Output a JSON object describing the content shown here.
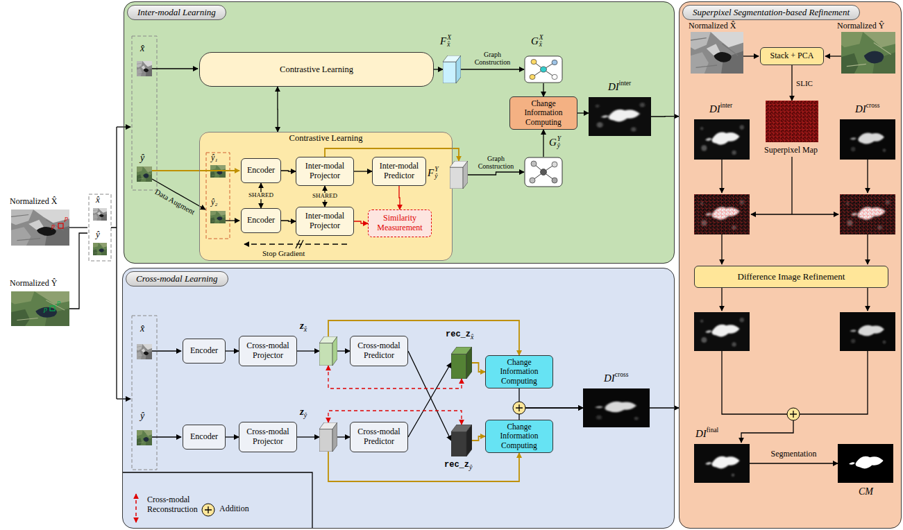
{
  "diagram": {
    "nodes": [
      {
        "text": [
          "Inter-modal Learning"
        ]
      },
      {
        "text": [
          "Contrastive Learning"
        ],
        "in": 0
      },
      {
        "text": [
          "Contrastive Learning"
        ],
        "in": 0
      },
      {
        "text": [
          "Encoder"
        ],
        "in": 2
      },
      {
        "text": [
          "Encoder"
        ],
        "in": 2
      },
      {
        "text": [
          "Inter-modal Projector"
        ],
        "in": 2
      },
      {
        "text": [
          "Inter-modal Projector"
        ],
        "in": 2
      },
      {
        "text": [
          "Inter-modal Predictor"
        ],
        "in": 2
      },
      {
        "text": [
          "Similarity Measurement"
        ],
        "in": 2
      },
      {
        "text": [
          "F",
          "X",
          "x̂"
        ],
        "in": 0
      },
      {
        "text": [
          "F",
          "Y",
          "ŷ"
        ],
        "in": 0
      },
      {
        "text": [
          "G",
          "X",
          "x̂"
        ],
        "in": 0
      },
      {
        "text": [
          "G",
          "Y",
          "ŷ"
        ],
        "in": 0
      },
      {
        "text": [
          "Change Information Computing"
        ],
        "in": 0
      },
      {
        "text": [
          "DI",
          "inter"
        ],
        "in": 0
      },
      {
        "text": [
          "Cross-modal Learning"
        ]
      },
      {
        "text": [
          "Encoder"
        ],
        "in": 15
      },
      {
        "text": [
          "Cross-modal Projector"
        ],
        "in": 15
      },
      {
        "text": [
          "z",
          "x̂"
        ],
        "in": 15
      },
      {
        "text": [
          "Cross-modal Predictor"
        ],
        "in": 15
      },
      {
        "text": [
          "rec_z",
          "x̂"
        ],
        "in": 15
      },
      {
        "text": [
          "Change Information Computing"
        ],
        "in": 15
      },
      {
        "text": [
          "Encoder"
        ],
        "in": 15
      },
      {
        "text": [
          "Cross-modal Projector"
        ],
        "in": 15
      },
      {
        "text": [
          "z",
          "ŷ"
        ],
        "in": 15
      },
      {
        "text": [
          "Cross-modal Predictor"
        ],
        "in": 15
      },
      {
        "text": [
          "rec_z",
          "ŷ"
        ],
        "in": 15
      },
      {
        "text": [
          "Change Information Computing"
        ],
        "in": 15
      },
      {
        "text": [
          "DI",
          "cross"
        ],
        "in": 15
      },
      {
        "text": [
          "Superpixel Segmentation-based Refinement"
        ]
      },
      {
        "text": [
          "Stack + PCA"
        ],
        "in": 29
      },
      {
        "text": [
          "Superpixel Map"
        ],
        "in": 29
      },
      {
        "text": [
          "DI",
          "inter"
        ],
        "in": 29
      },
      {
        "text": [
          "DI",
          "cross"
        ],
        "in": 29
      },
      {
        "text": [
          "Difference Image Refinement"
        ],
        "in": 29
      },
      {
        "text": [
          "DI",
          "final"
        ],
        "in": 29
      },
      {
        "text": [
          "CM"
        ],
        "in": 29
      }
    ],
    "edges": [
      {
        "from": 1,
        "to": 2,
        "arrow": "both"
      },
      {
        "from": 1,
        "to": 9,
        "arrow": "to"
      },
      {
        "from": 9,
        "to": 11,
        "label": "Graph Construction",
        "arrow": "to"
      },
      {
        "from": 10,
        "to": 12,
        "label": "Graph Construction",
        "arrow": "to"
      },
      {
        "from": 11,
        "to": 13,
        "arrow": "to"
      },
      {
        "from": 12,
        "to": 13,
        "arrow": "to"
      },
      {
        "from": 13,
        "to": 14,
        "arrow": "to"
      },
      {
        "from": 3,
        "to": 5,
        "arrow": "to"
      },
      {
        "from": 5,
        "to": 7,
        "arrow": "to"
      },
      {
        "from": 7,
        "to": 8,
        "arrow": "to"
      },
      {
        "from": 6,
        "to": 8,
        "arrow": "to"
      },
      {
        "from": 4,
        "to": 6,
        "arrow": "to"
      },
      {
        "from": 3,
        "to": 4,
        "label": "SHARED",
        "arrow": "both"
      },
      {
        "from": 5,
        "to": 6,
        "label": "SHARED",
        "arrow": "both"
      },
      {
        "from": 5,
        "to": 10,
        "arrow": "to"
      },
      {
        "from": 14,
        "to": 29,
        "arrow": "to"
      },
      {
        "from": 16,
        "to": 17,
        "arrow": "to"
      },
      {
        "from": 17,
        "to": 18,
        "arrow": "to"
      },
      {
        "from": 18,
        "to": 19,
        "arrow": "to"
      },
      {
        "from": 19,
        "to": 26,
        "arrow": "to"
      },
      {
        "from": 25,
        "to": 20,
        "arrow": "to"
      },
      {
        "from": 22,
        "to": 23,
        "arrow": "to"
      },
      {
        "from": 23,
        "to": 24,
        "arrow": "to"
      },
      {
        "from": 24,
        "to": 25,
        "arrow": "to"
      },
      {
        "from": 18,
        "to": 20,
        "arrow": "both"
      },
      {
        "from": 24,
        "to": 26,
        "arrow": "both"
      },
      {
        "from": 18,
        "to": 21,
        "arrow": "to"
      },
      {
        "from": 20,
        "to": 21,
        "arrow": "to"
      },
      {
        "from": 26,
        "to": 27,
        "arrow": "to"
      },
      {
        "from": 24,
        "to": 27,
        "arrow": "to"
      },
      {
        "from": 21,
        "to": 28,
        "arrow": "to"
      },
      {
        "from": 27,
        "to": 28,
        "arrow": "to"
      },
      {
        "from": 28,
        "to": 29,
        "arrow": "to"
      },
      {
        "from": 30,
        "to": 31,
        "label": "SLIC",
        "arrow": "to"
      },
      {
        "from": 35,
        "to": 36,
        "label": "Segmentation",
        "arrow": "to"
      }
    ],
    "labels": [
      "Normalized X̂",
      "p",
      "p",
      "Normalized Ŷ",
      "p",
      "p",
      "x̂",
      "ŷ",
      "x̂",
      "ŷ",
      "ŷ₁",
      "ŷ₂",
      "Data Augment",
      "Stop Gradient",
      "x̂",
      "ŷ",
      "Normalized X̂",
      "Normalized Ŷ"
    ],
    "legend": [
      {
        "text": "Cross-modal Reconstruction"
      },
      {
        "text": "Addition"
      }
    ]
  }
}
